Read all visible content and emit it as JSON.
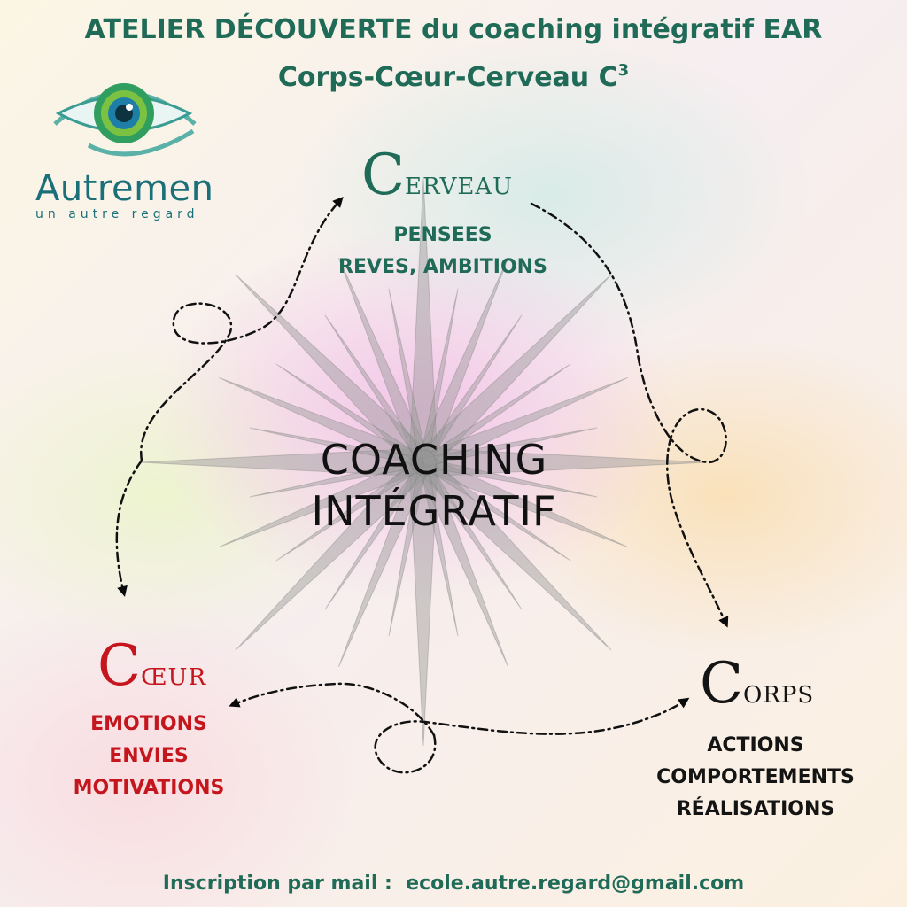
{
  "header": {
    "title_line1": "ATELIER DÉCOUVERTE du coaching intégratif EAR",
    "title_line2": "Corps-Cœur-Cerveau C",
    "title_sup": "3"
  },
  "logo": {
    "name": "Autremen",
    "tagline": "un autre regard"
  },
  "center": {
    "line1": "COACHING",
    "line2": "INTÉGRATIF"
  },
  "nodes": {
    "cerveau": {
      "initial": "C",
      "rest": "ERVEAU",
      "lines": [
        "PENSEES",
        "REVES, AMBITIONS"
      ],
      "color": "#1f6b57"
    },
    "coeur": {
      "initial": "C",
      "rest": "ŒUR",
      "lines": [
        "EMOTIONS",
        "ENVIES",
        "MOTIVATIONS"
      ],
      "color": "#c4161c"
    },
    "corps": {
      "initial": "C",
      "rest": "ORPS",
      "lines": [
        "ACTIONS",
        "COMPORTEMENTS",
        "RÉALISATIONS"
      ],
      "color": "#141414"
    }
  },
  "footer": {
    "label": "Inscription par mail :",
    "email": "ecole.autre.regard@gmail.com"
  }
}
